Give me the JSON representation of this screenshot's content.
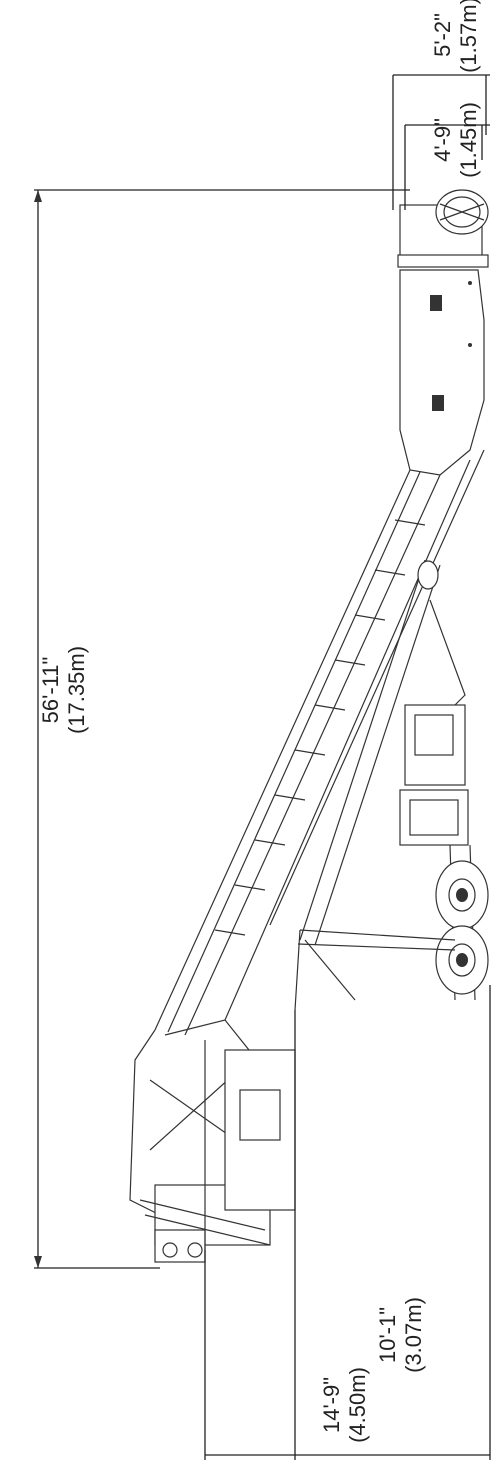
{
  "dimensions": {
    "overall_length": {
      "imperial": "56'-11\"",
      "metric": "(17.35m)"
    },
    "hitch_height": {
      "imperial": "10'-1\"",
      "metric": "(3.07m)"
    },
    "overall_height": {
      "imperial": "14'-9\"",
      "metric": "(4.50m)"
    },
    "hopper_width_inner": {
      "imperial": "4'-9\"",
      "metric": "(1.45m)"
    },
    "hopper_width_outer": {
      "imperial": "5'-2\"",
      "metric": "(1.57m)"
    }
  }
}
